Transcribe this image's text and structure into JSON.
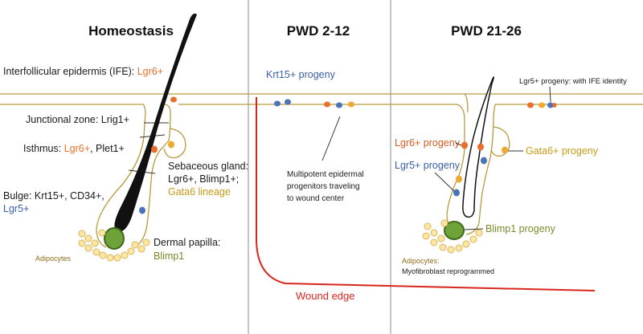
{
  "colors": {
    "outline": "#b89a3c",
    "black_text": "#1a1a1a",
    "orange": "#e8702a",
    "blue": "#3a5fa8",
    "gold": "#c89a18",
    "olive": "#7a8a2a",
    "green": "#6fa33a",
    "red": "#d9261c",
    "adipocyte_fill": "#ffe7a3",
    "cell_orange": "#e8702a",
    "cell_blue": "#4a73b8",
    "cell_gold": "#f0a830",
    "divider": "#888888",
    "hair": "#111111"
  },
  "panels": {
    "homeostasis": {
      "title": "Homeostasis",
      "ife_label": "Interfollicular epidermis (IFE):",
      "ife_marker": "Lgr6+",
      "junctional": "Junctional zone: Lrig1+",
      "isthmus_prefix": "Isthmus:",
      "isthmus_lgr6": "Lgr6+",
      "isthmus_suffix": ", Plet1+",
      "sebaceous_title": "Sebaceous gland:",
      "sebaceous_markers": "Lgr6+, Blimp1+;",
      "sebaceous_lineage": "Gata6 lineage",
      "bulge_markers": "Bulge: Krt15+, CD34+,",
      "bulge_lgr5": "Lgr5+",
      "dermal_papilla": "Dermal papilla:",
      "blimp1": "Blimp1",
      "adipocytes": "Adipocytes"
    },
    "pwd_early": {
      "title": "PWD 2-12",
      "krt15": "Krt15+ progeny",
      "multipotent_1": "Multipotent epidermal",
      "multipotent_2": "progenitors traveling",
      "multipotent_3": "to wound center",
      "wound_edge": "Wound edge"
    },
    "pwd_late": {
      "title": "PWD 21-26",
      "lgr5_ife": "Lgr5+ progeny: with IFE identity",
      "lgr6_progeny": "Lgr6+ progeny",
      "lgr5_progeny": "Lgr5+ progeny",
      "gata6_progeny": "Gata6+ progeny",
      "blimp1_progeny": "Blimp1 progeny",
      "adipocytes_1": "Adipocytes:",
      "adipocytes_2": "Myofibroblast reprogrammed"
    }
  }
}
